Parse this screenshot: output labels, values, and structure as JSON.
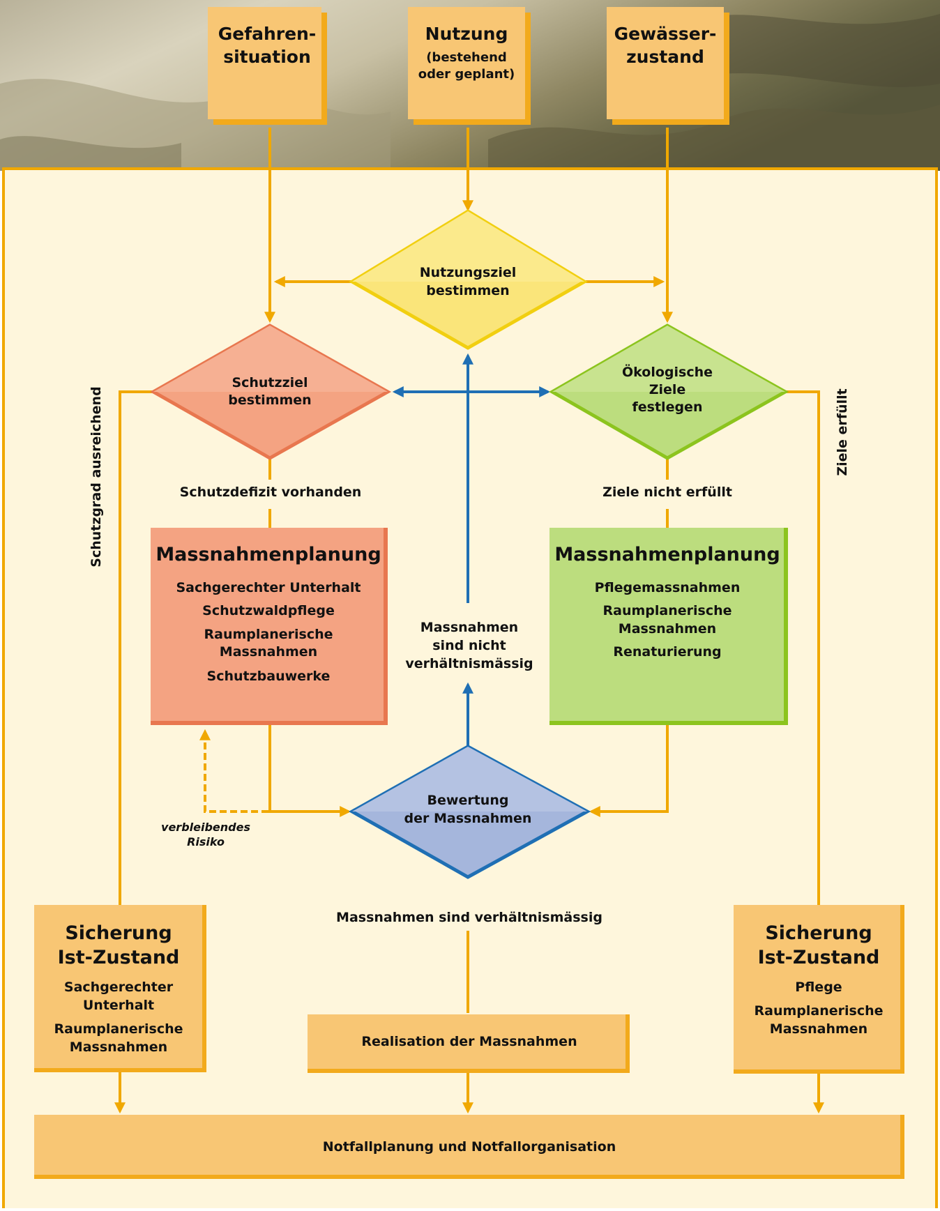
{
  "colors": {
    "page_bg": "#fef6dc",
    "border": "#f0a800",
    "box_fill": "#f8c674",
    "box_shadow": "#f2aa1c",
    "red_fill": "#f4a382",
    "red_edge": "#e8774f",
    "green_fill": "#bcdd7e",
    "green_edge": "#8cc41e",
    "yellow_fill": "#fae57a",
    "yellow_edge": "#f1cf10",
    "blue_fill": "#a5b6dc",
    "blue_edge": "#1f6fb4",
    "arrow_orange": "#f0a800",
    "arrow_blue": "#1f6fb4"
  },
  "inputs": {
    "gefahren": [
      "Gefahren-",
      "situation"
    ],
    "nutzung_title": "Nutzung",
    "nutzung_sub": [
      "(bestehend",
      "oder geplant)"
    ],
    "gewaesser": [
      "Gewässer-",
      "zustand"
    ]
  },
  "decisions": {
    "nutzungsziel": [
      "Nutzungsziel",
      "bestimmen"
    ],
    "schutzziel": [
      "Schutzziel",
      "bestimmen"
    ],
    "oekologisch": [
      "Ökologische",
      "Ziele",
      "festlegen"
    ],
    "bewertung": [
      "Bewertung",
      "der Massnahmen"
    ]
  },
  "edge_labels": {
    "schutzdefizit": "Schutzdefizit vorhanden",
    "ziele_nicht": "Ziele nicht erfüllt",
    "schutzgrad": "Schutzgrad ausreichend",
    "ziele_erfuellt": "Ziele erfüllt",
    "nicht_verh": [
      "Massnahmen",
      "sind nicht",
      "verhältnismässig"
    ],
    "verh": "Massnahmen sind verhältnismässig",
    "risiko": [
      "verbleibendes",
      "Risiko"
    ]
  },
  "massnahmen_left": {
    "title": "Massnahmenplanung",
    "items": [
      "Sachgerechter Unterhalt",
      "Schutzwaldpflege",
      "Raumplanerische",
      "Massnahmen",
      "Schutzbauwerke"
    ]
  },
  "massnahmen_right": {
    "title": "Massnahmenplanung",
    "items": [
      "Pflegemassnahmen",
      "Raumplanerische",
      "Massnahmen",
      "Renaturierung"
    ]
  },
  "sicherung_left": {
    "title": [
      "Sicherung",
      "Ist-Zustand"
    ],
    "items": [
      "Sachgerechter",
      "Unterhalt",
      "Raumplanerische",
      "Massnahmen"
    ]
  },
  "sicherung_right": {
    "title": [
      "Sicherung",
      "Ist-Zustand"
    ],
    "items": [
      "Pflege",
      "Raumplanerische",
      "Massnahmen"
    ]
  },
  "realisation": "Realisation der Massnahmen",
  "notfall": "Notfallplanung und Notfallorganisation"
}
